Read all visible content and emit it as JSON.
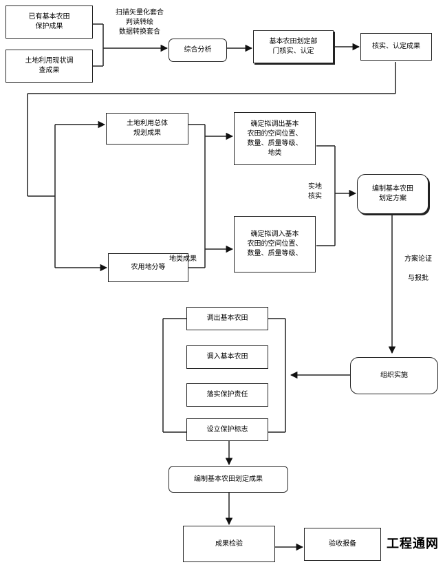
{
  "nodes": {
    "existing": "已有基本农田\n保护成果",
    "land_survey": "土地利用现状调\n查成果",
    "synthesis": "综合分析",
    "dept_verify": "基本农田划定部\n门核实、认定",
    "verified": "核实、认定成果",
    "master_plan": "土地利用总体\n规划成果",
    "out_location": "确定拟调出基本\n农田的空间位置、\n数量、质量等级、\n地类",
    "in_location": "确定拟调入基本\n农田的空间位置、\n数量、质量等级、",
    "grading": "农用地分等",
    "compile_plan": "编制基本农田\n划定方案",
    "implement": "组织实施",
    "task_out": "调出基本农田",
    "task_in": "调入基本农田",
    "task_resp": "落实保护责任",
    "task_sign": "设立保护标志",
    "compile_result": "编制基本农田划定成果",
    "inspection": "成果检验",
    "report": "验收报备"
  },
  "labels": {
    "scan": "扫描矢量化套合\n判读转绘\n数据转换套合",
    "field_check": "实地\n核实",
    "land_class": "地类成果",
    "demo_approve": "方案论证\n\n与报批"
  },
  "watermark": "工程通网"
}
